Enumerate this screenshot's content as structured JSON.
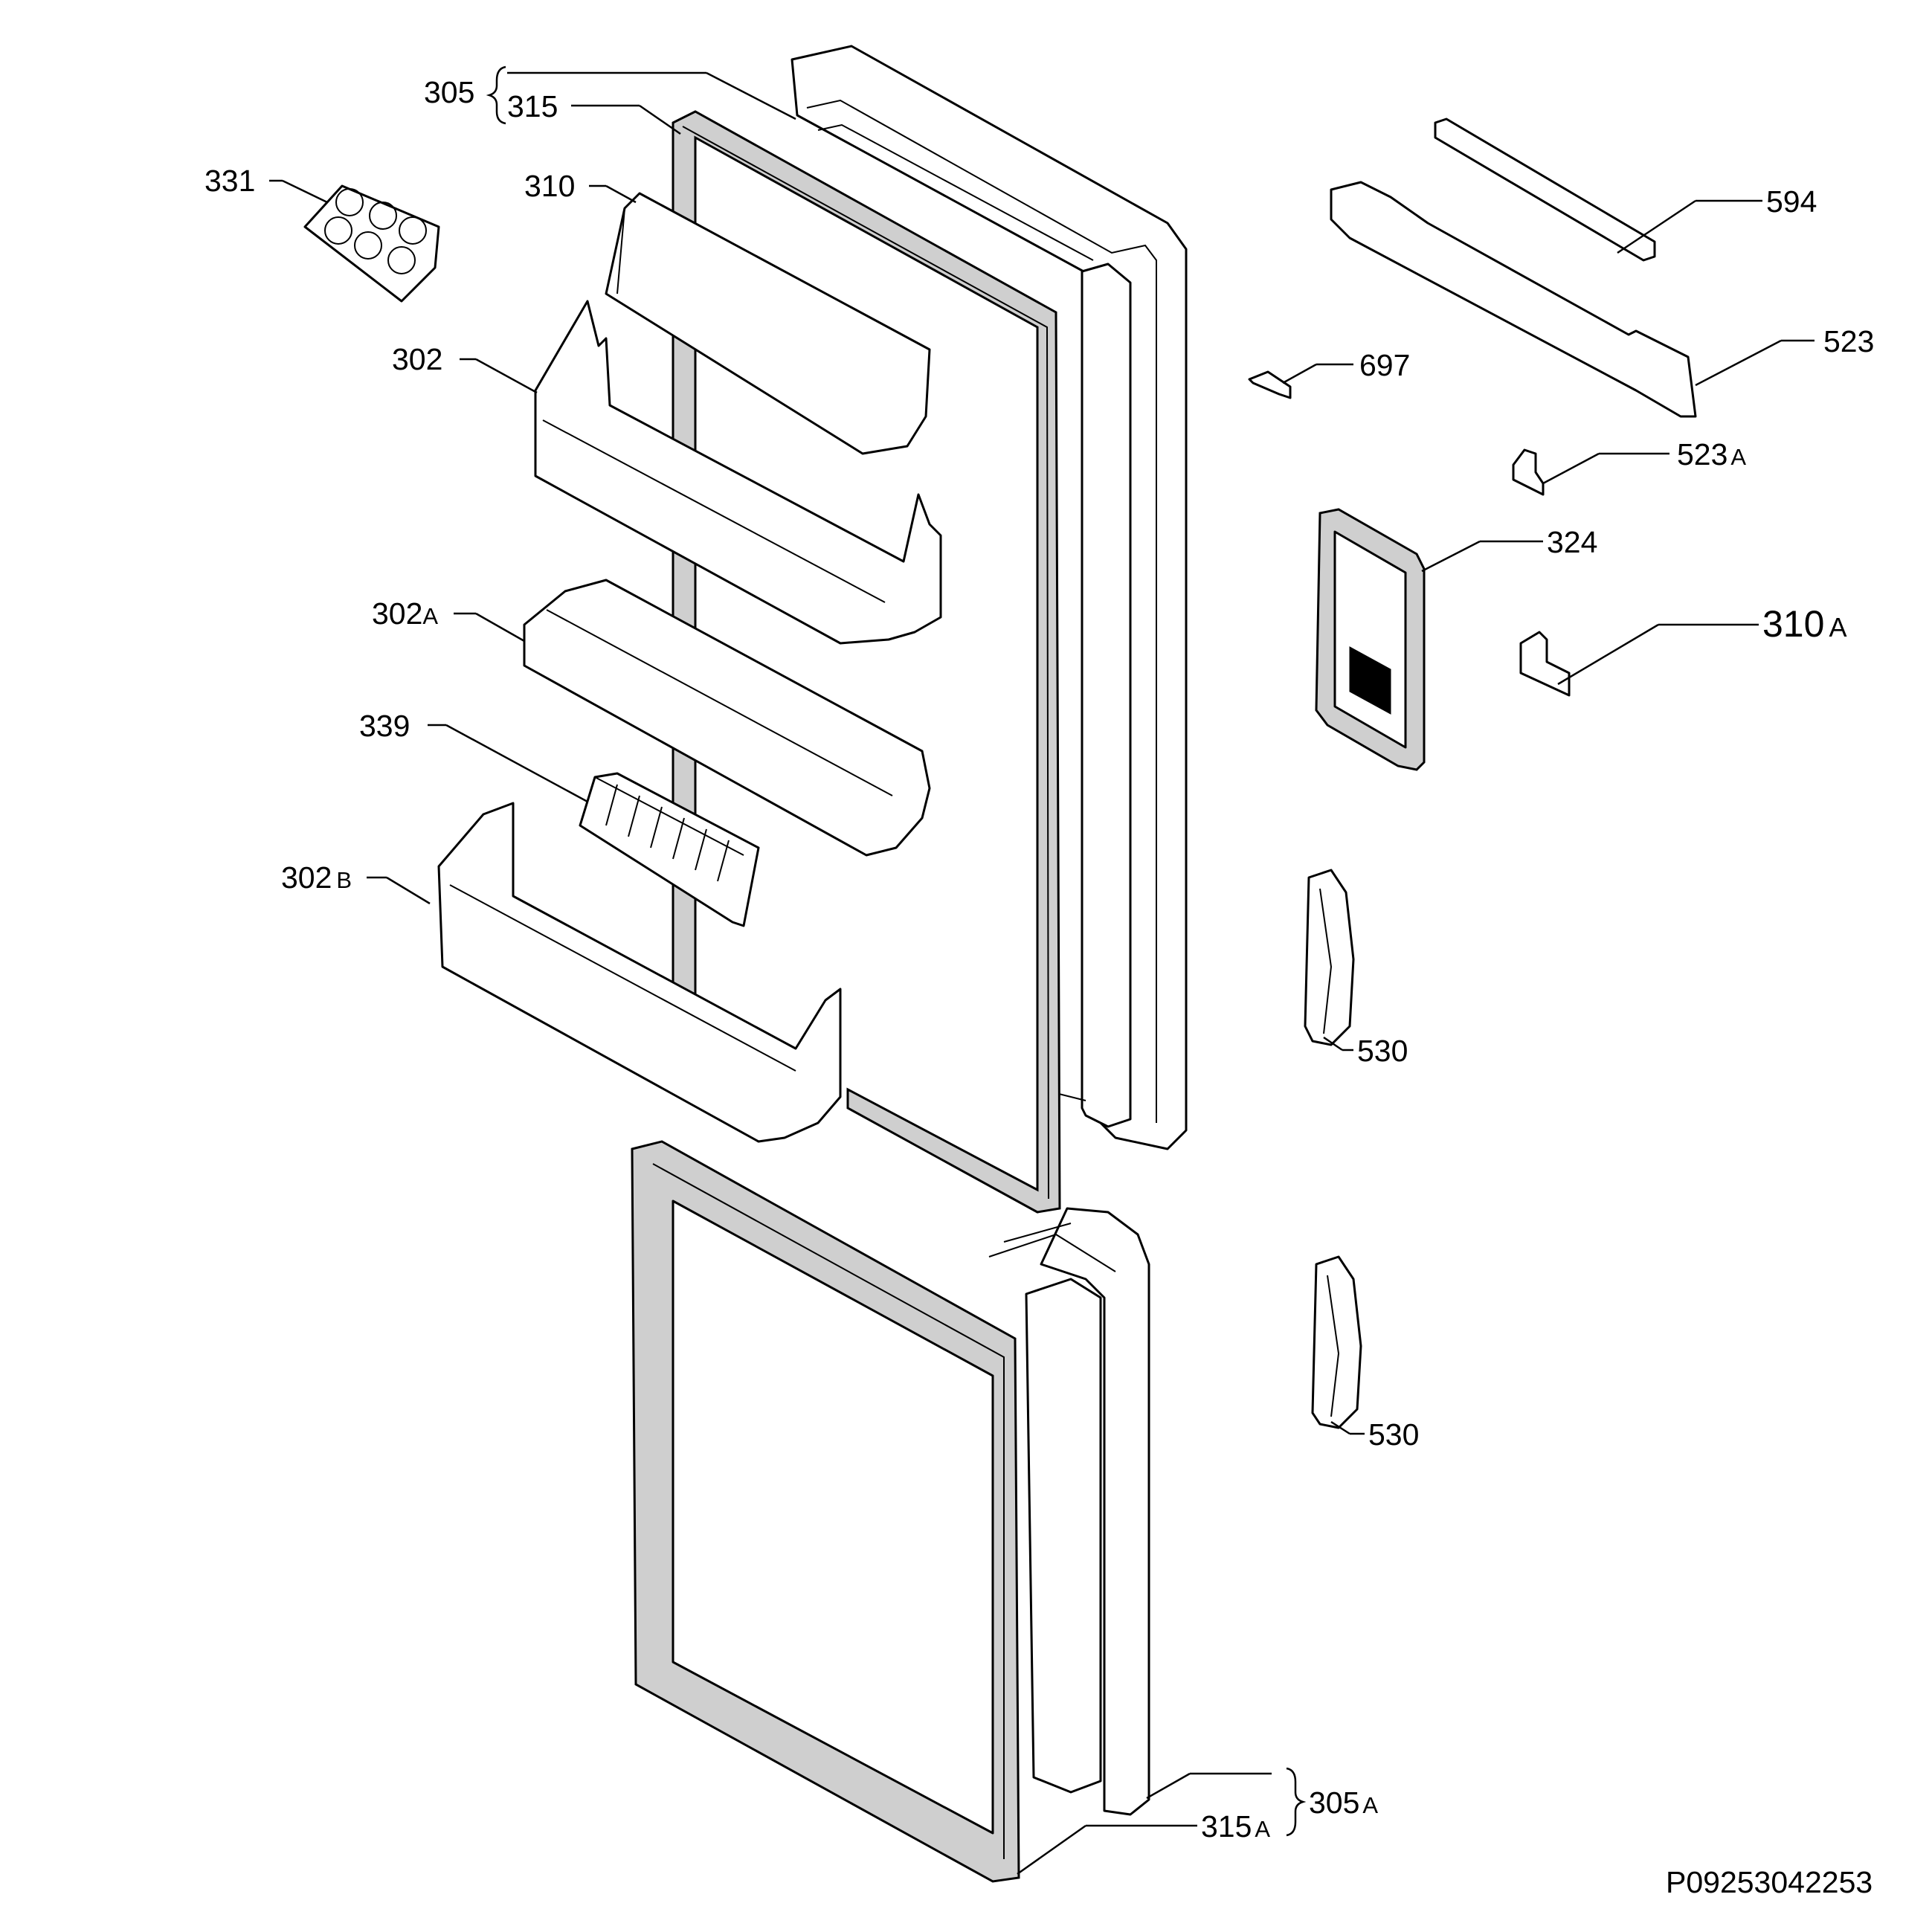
{
  "drawing_id": "P09253042253",
  "labels": {
    "l305": "305",
    "l315": "315",
    "l331": "331",
    "l310": "310",
    "l302": "302",
    "l302A_main": "302",
    "l302A_sub": "A",
    "l339": "339",
    "l302B_main": "302",
    "l302B_sub": "B",
    "l594": "594",
    "l523": "523",
    "l697": "697",
    "l523A_main": "523",
    "l523A_sub": "A",
    "l324": "324",
    "l310A_main": "310",
    "l310A_sub": "A",
    "l530a": "530",
    "l530b": "530",
    "l305A_main": "305",
    "l305A_sub": "A",
    "l315A_main": "315",
    "l315A_sub": "A"
  }
}
